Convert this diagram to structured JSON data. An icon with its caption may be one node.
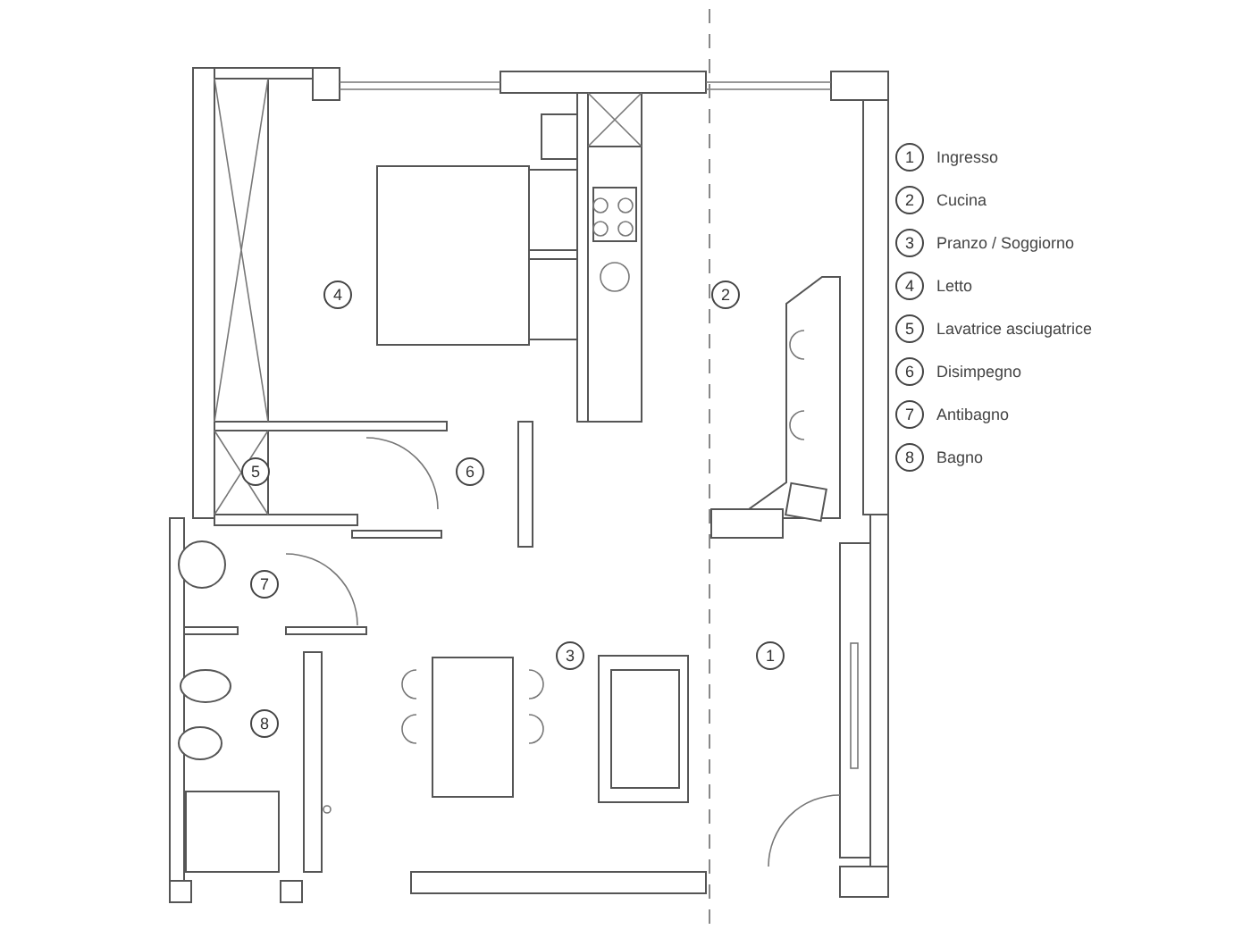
{
  "diagram": {
    "labels": [
      "4",
      "2",
      "5",
      "6",
      "7",
      "3",
      "1",
      "8",
      "1",
      "Ingresso",
      "2",
      "Cucina",
      "3",
      "Pranzo / Soggiorno",
      "4",
      "Letto",
      "5",
      "Lavatrice asciugatrice",
      "6",
      "Disimpegno",
      "7",
      "Antibagno",
      "8",
      "Bagno"
    ]
  }
}
